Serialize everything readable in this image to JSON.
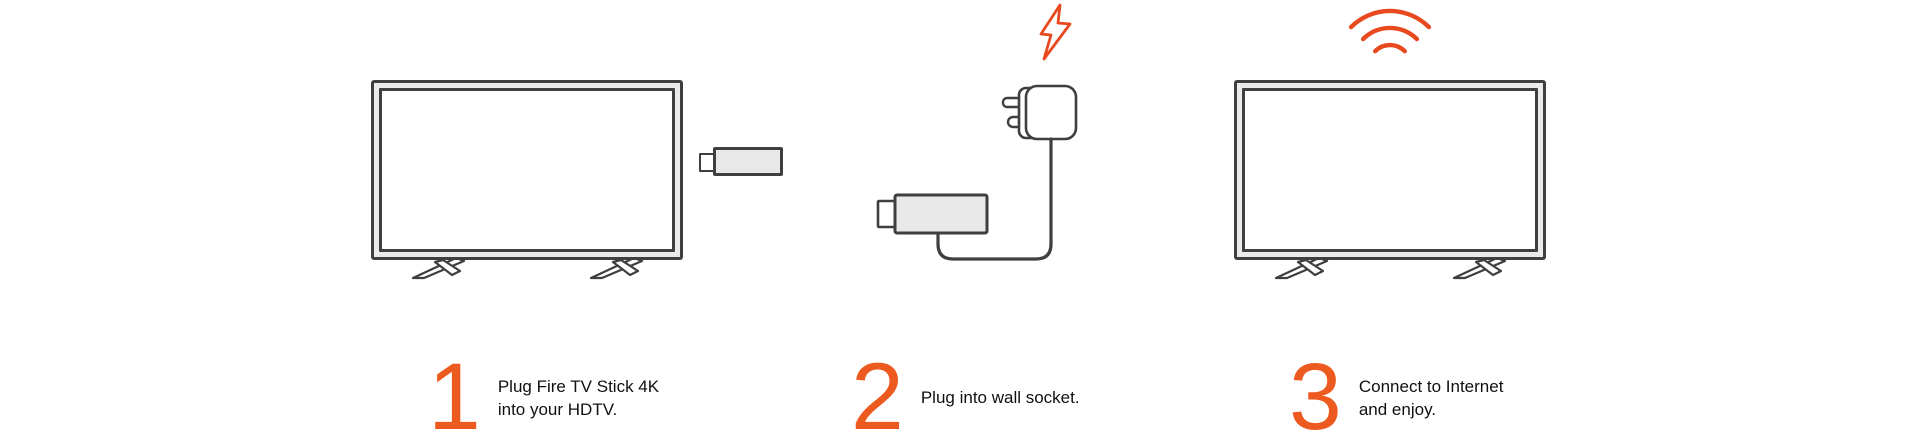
{
  "colors": {
    "background": "#ffffff",
    "accent_orange": "#e8491f",
    "number_orange": "#ed5a1f",
    "outline_dark": "#3f3f3f",
    "device_fill": "#e8e8e8",
    "frame_fill": "#ebebeb",
    "text_dark": "#0f1111"
  },
  "steps": [
    {
      "number": "1",
      "caption": "Plug Fire TV Stick 4K into your HDTV.",
      "icons": [
        "hdtv-illustration",
        "fire-tv-stick-icon"
      ]
    },
    {
      "number": "2",
      "caption": "Plug into wall socket.",
      "icons": [
        "fire-tv-stick-icon",
        "power-cable",
        "power-adapter-icon",
        "lightning-bolt-icon"
      ]
    },
    {
      "number": "3",
      "caption": "Connect to Internet and enjoy.",
      "icons": [
        "hdtv-illustration",
        "wifi-signal-icon"
      ]
    }
  ]
}
